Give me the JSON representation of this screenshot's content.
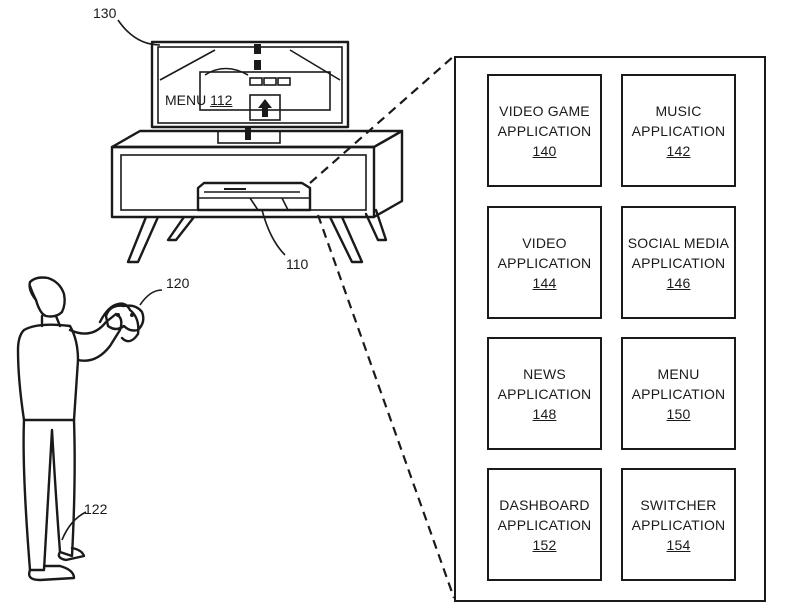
{
  "references": {
    "tv": "130",
    "console": "110",
    "controller": "120",
    "user": "122"
  },
  "tv_screen": {
    "menu_text": "MENU",
    "menu_number": "112"
  },
  "applications": [
    {
      "line1": "VIDEO GAME",
      "line2": "APPLICATION",
      "number": "140"
    },
    {
      "line1": "MUSIC",
      "line2": "APPLICATION",
      "number": "142"
    },
    {
      "line1": "VIDEO",
      "line2": "APPLICATION",
      "number": "144"
    },
    {
      "line1": "SOCIAL MEDIA",
      "line2": "APPLICATION",
      "number": "146"
    },
    {
      "line1": "NEWS",
      "line2": "APPLICATION",
      "number": "148"
    },
    {
      "line1": "MENU",
      "line2": "APPLICATION",
      "number": "150"
    },
    {
      "line1": "DASHBOARD",
      "line2": "APPLICATION",
      "number": "152"
    },
    {
      "line1": "SWITCHER",
      "line2": "APPLICATION",
      "number": "154"
    }
  ]
}
